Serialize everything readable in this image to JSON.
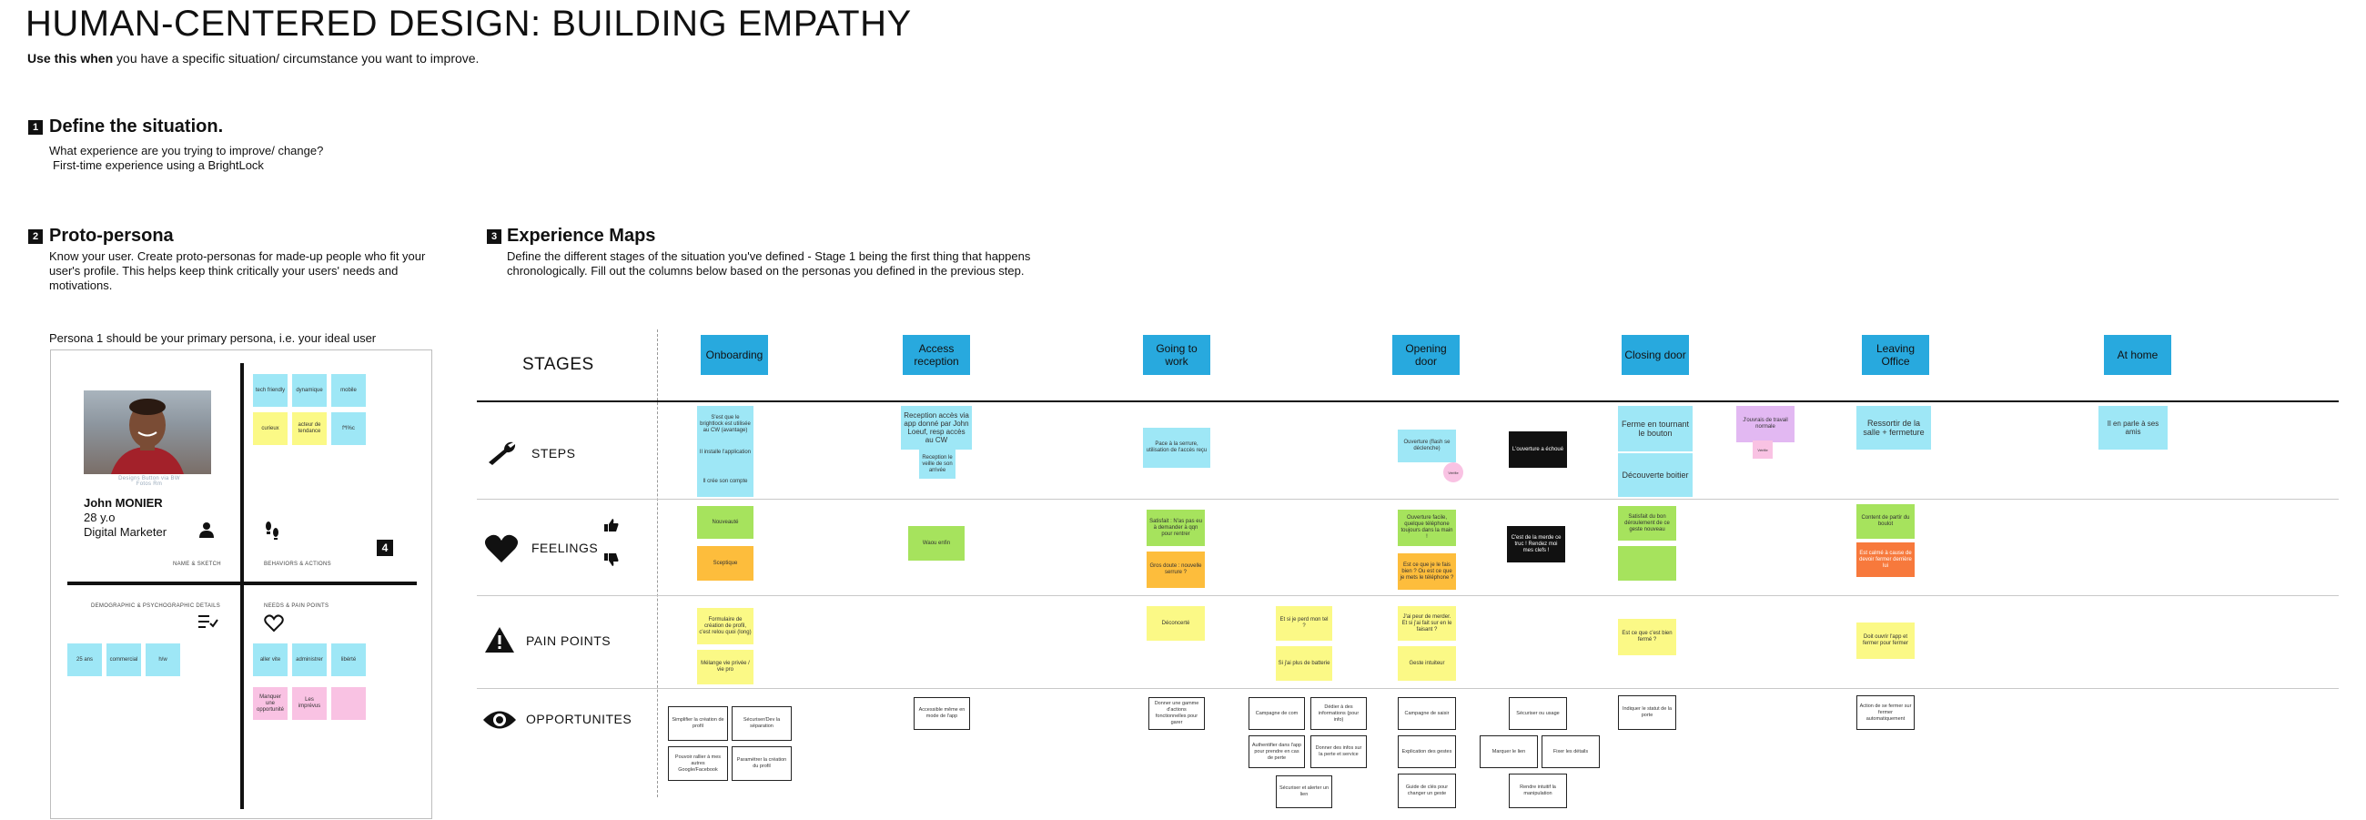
{
  "header": {
    "title": "HUMAN-CENTERED DESIGN: BUILDING EMPATHY",
    "use_bold": "Use this when",
    "use_rest": " you have a specific situation/ circumstance you want to improve."
  },
  "section1": {
    "num": "1",
    "title": "Define the situation.",
    "question": "What experience are you trying to improve/ change?",
    "answer": "First-time experience using a BrightLock"
  },
  "section2": {
    "num": "2",
    "title": "Proto-persona",
    "desc": "Know your user. Create proto-personas for made-up people who fit your user's profile. This helps keep think critically your users' needs and motivations.",
    "primary_note": "Persona 1 should be your primary persona, i.e. your ideal user",
    "persona": {
      "photo_caption": "Designs Button via BW Fotos Rm",
      "name": "John MONIER",
      "age": "28 y.o",
      "job": "Digital Marketer",
      "badge": "4",
      "q_name_sketch": "NAME & SKETCH",
      "q_behaviors": "BEHAVIORS & ACTIONS",
      "q_demographic": "DEMOGRAPHIC & PSYCHOGRAPHIC DETAILS",
      "q_needs": "NEEDS & PAIN POINTS",
      "behaviors_notes": [
        "tech friendly",
        "dynamique",
        "mobile",
        "curieux",
        "acteur de tendance",
        "f*l%c"
      ],
      "demo_notes": [
        "25 ans",
        "commercial",
        "h/w"
      ],
      "needs_notes": [
        "aller vite",
        "administrer",
        "libérté"
      ],
      "pain_notes": [
        "Manquer une opportunité",
        "Les imprévus",
        ""
      ]
    }
  },
  "section3": {
    "num": "3",
    "title": "Experience Maps",
    "desc": "Define the different stages of the situation you've defined - Stage 1 being the first thing that happens chronologically.  Fill out the columns below based on the personas you defined in the previous step."
  },
  "map": {
    "row_labels": {
      "stages": "STAGES",
      "steps": "STEPS",
      "feelings": "FEELINGS",
      "pain": "PAIN POINTS",
      "opps": "OPPORTUNITES"
    },
    "stages": [
      "Onboarding",
      "Access reception",
      "Going to work",
      "Opening door",
      "Closing door",
      "Leaving Office",
      "At home"
    ],
    "steps": {
      "onboarding_1": "S'est que le brightlock est utilisée au CW (avantage)",
      "onboarding_2": "Il installe l'application",
      "onboarding_3": "Il crée son compte",
      "access_1": "Reception accès via app donné par John Loeuf, resp accès au CW",
      "access_2": "Reception le veille de son arrivée",
      "work_1": "Pace à la serrure, utilisation de l'accès reçu",
      "door_1": "Ouverture (flash se déclenche)",
      "door_black": "L'ouverture a échoué",
      "door_pink": "Vérifie",
      "closing_1": "Ferme en tournant le bouton",
      "closing_2": "Découverte boitier",
      "closing_lilac": "J'ouvrais de travail normale",
      "closing_pink": "Vérifie",
      "leaving_1": "Ressortir de la salle + fermeture",
      "home_1": "Il en parle à ses amis"
    },
    "feelings": {
      "onb_green": "Nouveauté",
      "onb_orange": "Sceptique",
      "access_green": "Waou enfin",
      "work_green": "Satisfait : N'as pas eu à demander à qqn pour rentrer",
      "work_orange": "Gros doute : nouvelle serrure ?",
      "door_green": "Ouverture facile, quelque téléphone toujours dans la main !",
      "door_orange": "Est ce que je le fais bien ? Ou est ce que je mets le téléphone ?",
      "door_black": "C'est de la merde ce truc ! Rendez moi mes clefs !",
      "closing_green": "Satisfait du bon déroulement de ce geste nouveau",
      "closing_green2": "",
      "leaving_green": "Content de partir du boulot",
      "leaving_red": "Est calmé à cause de devoir fermer derrière lui"
    },
    "pain": {
      "onb_1": "Formulaire de création de profil, c'est relou quoi (long)",
      "onb_2": "Mélange vie privée / vie pro",
      "work_1": "Déconcerté",
      "work_2": "Et si je perd mon tel ?",
      "work_3": "Si j'ai plus de batterie",
      "door_1": "J'ai peur de merder. Et si j'ai fait sur en le faisant ?",
      "door_2": "Geste intuiteur",
      "closing_1": "Est ce que c'est bien fermé ?",
      "leaving_1": "Doit ouvrir l'app et fermer pour fermer"
    },
    "opps": {
      "onb_1": "Simplifier la création de profil",
      "onb_2": "Sécuriser/Dev la séparation",
      "onb_3": "Pouvoir rallier à mes autres Google/Facebook",
      "onb_4": "Paramétrer la création du profil",
      "access_1": "Accessible même en mode de l'app",
      "work_1": "Donner une gamme d'actions fonctionnelles pour garer",
      "work_2": "Campagne de com",
      "work_3": "Dédier à des informations (pour info)",
      "work_4": "Authentifier dans l'app pour prendre en cas de perte",
      "work_5": "Donner des infos sur la perte et service",
      "work_6": "Sécuriser et alerter un lien",
      "door_1": "Campagne de saisir",
      "door_2": "Explication des gestes",
      "door_3": "Guide de clés pour changer un geste",
      "door_4": "Sécuriser ou usage",
      "door_5": "Marquer le lien",
      "door_6": "Fixer les détails",
      "door_7": "Rendre intuitif la manipulation",
      "closing_1": "Indiquer le statut de la porte",
      "leaving_1": "Action de se fermer sur fermer automatiquement"
    }
  }
}
